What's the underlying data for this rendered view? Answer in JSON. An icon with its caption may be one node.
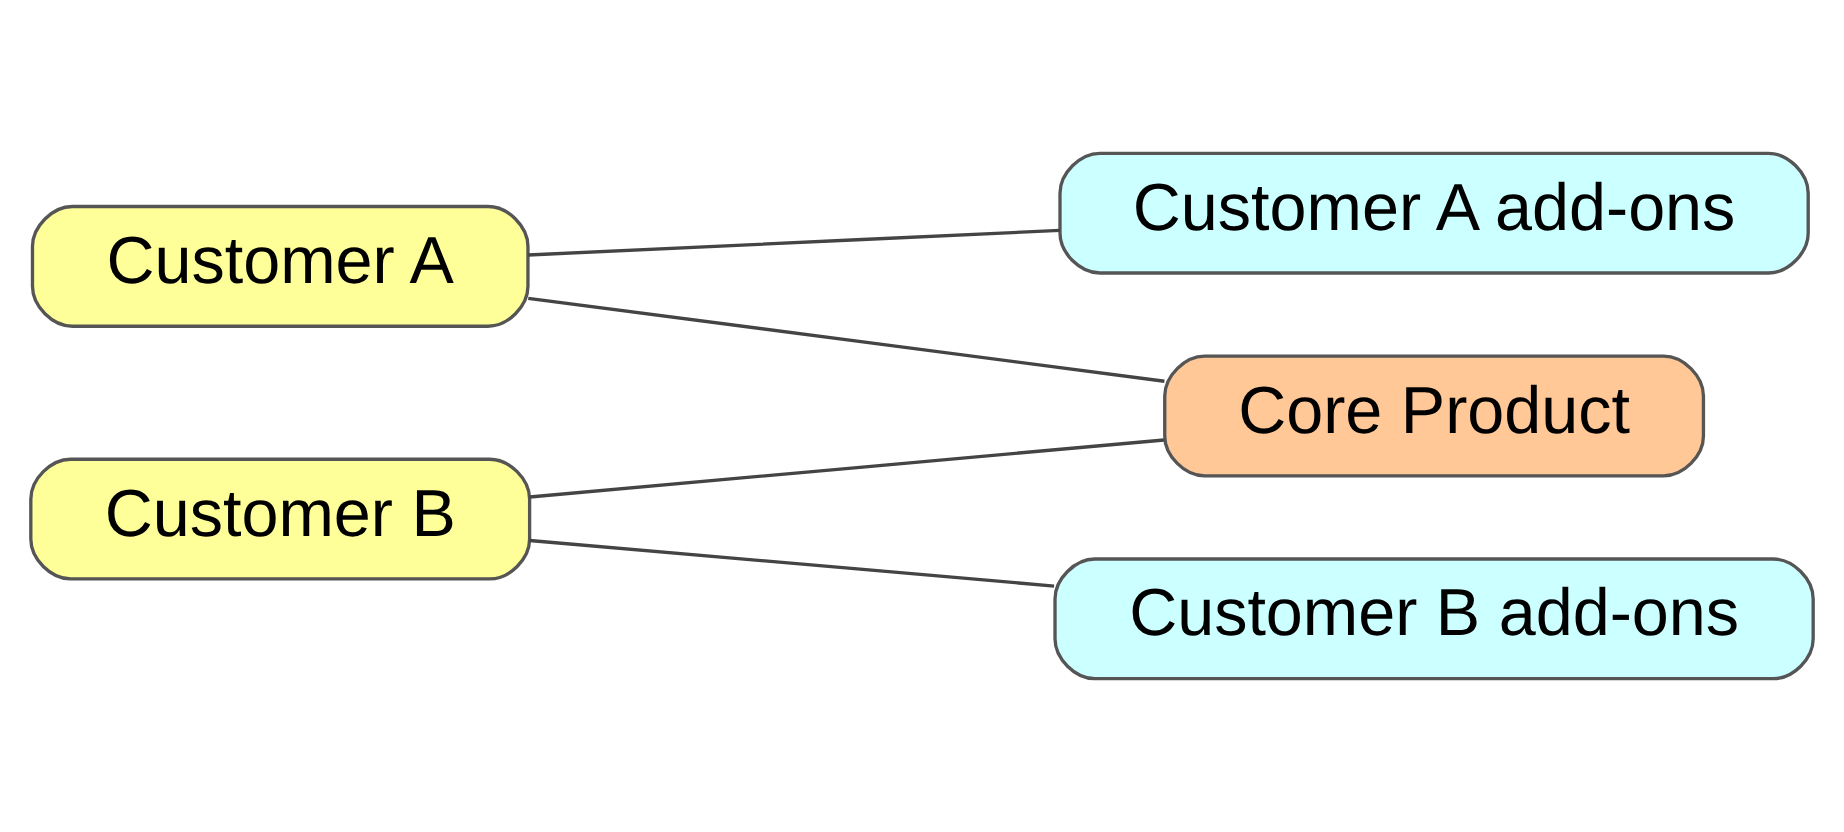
{
  "diagram": {
    "nodes": [
      {
        "text": [
          "Core Product"
        ]
      },
      {
        "text": [
          "Customer A"
        ]
      },
      {
        "text": [
          "Customer A add-ons"
        ]
      },
      {
        "text": [
          "Customer B"
        ]
      },
      {
        "text": [
          "Customer B add-ons"
        ]
      }
    ],
    "edges": [
      {
        "from": 1,
        "to": 0,
        "arrow": "none"
      },
      {
        "from": 1,
        "to": 2,
        "arrow": "none"
      },
      {
        "from": 3,
        "to": 0,
        "arrow": "none"
      },
      {
        "from": 3,
        "to": 4,
        "arrow": "none"
      }
    ]
  }
}
